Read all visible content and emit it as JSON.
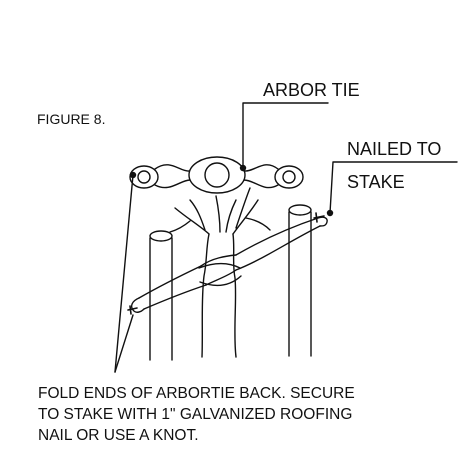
{
  "figure": {
    "figure_label": "FIGURE 8.",
    "callouts": {
      "arbor_tie": "ARBOR TIE",
      "nailed_to_line1": "NAILED TO",
      "nailed_to_line2": "STAKE"
    },
    "note_lines": [
      "FOLD ENDS OF ARBORTIE BACK. SECURE",
      "TO STAKE WITH 1\" GALVANIZED ROOFING",
      "NAIL OR USE A KNOT."
    ]
  },
  "colors": {
    "ink": "#111111",
    "background": "#ffffff"
  }
}
